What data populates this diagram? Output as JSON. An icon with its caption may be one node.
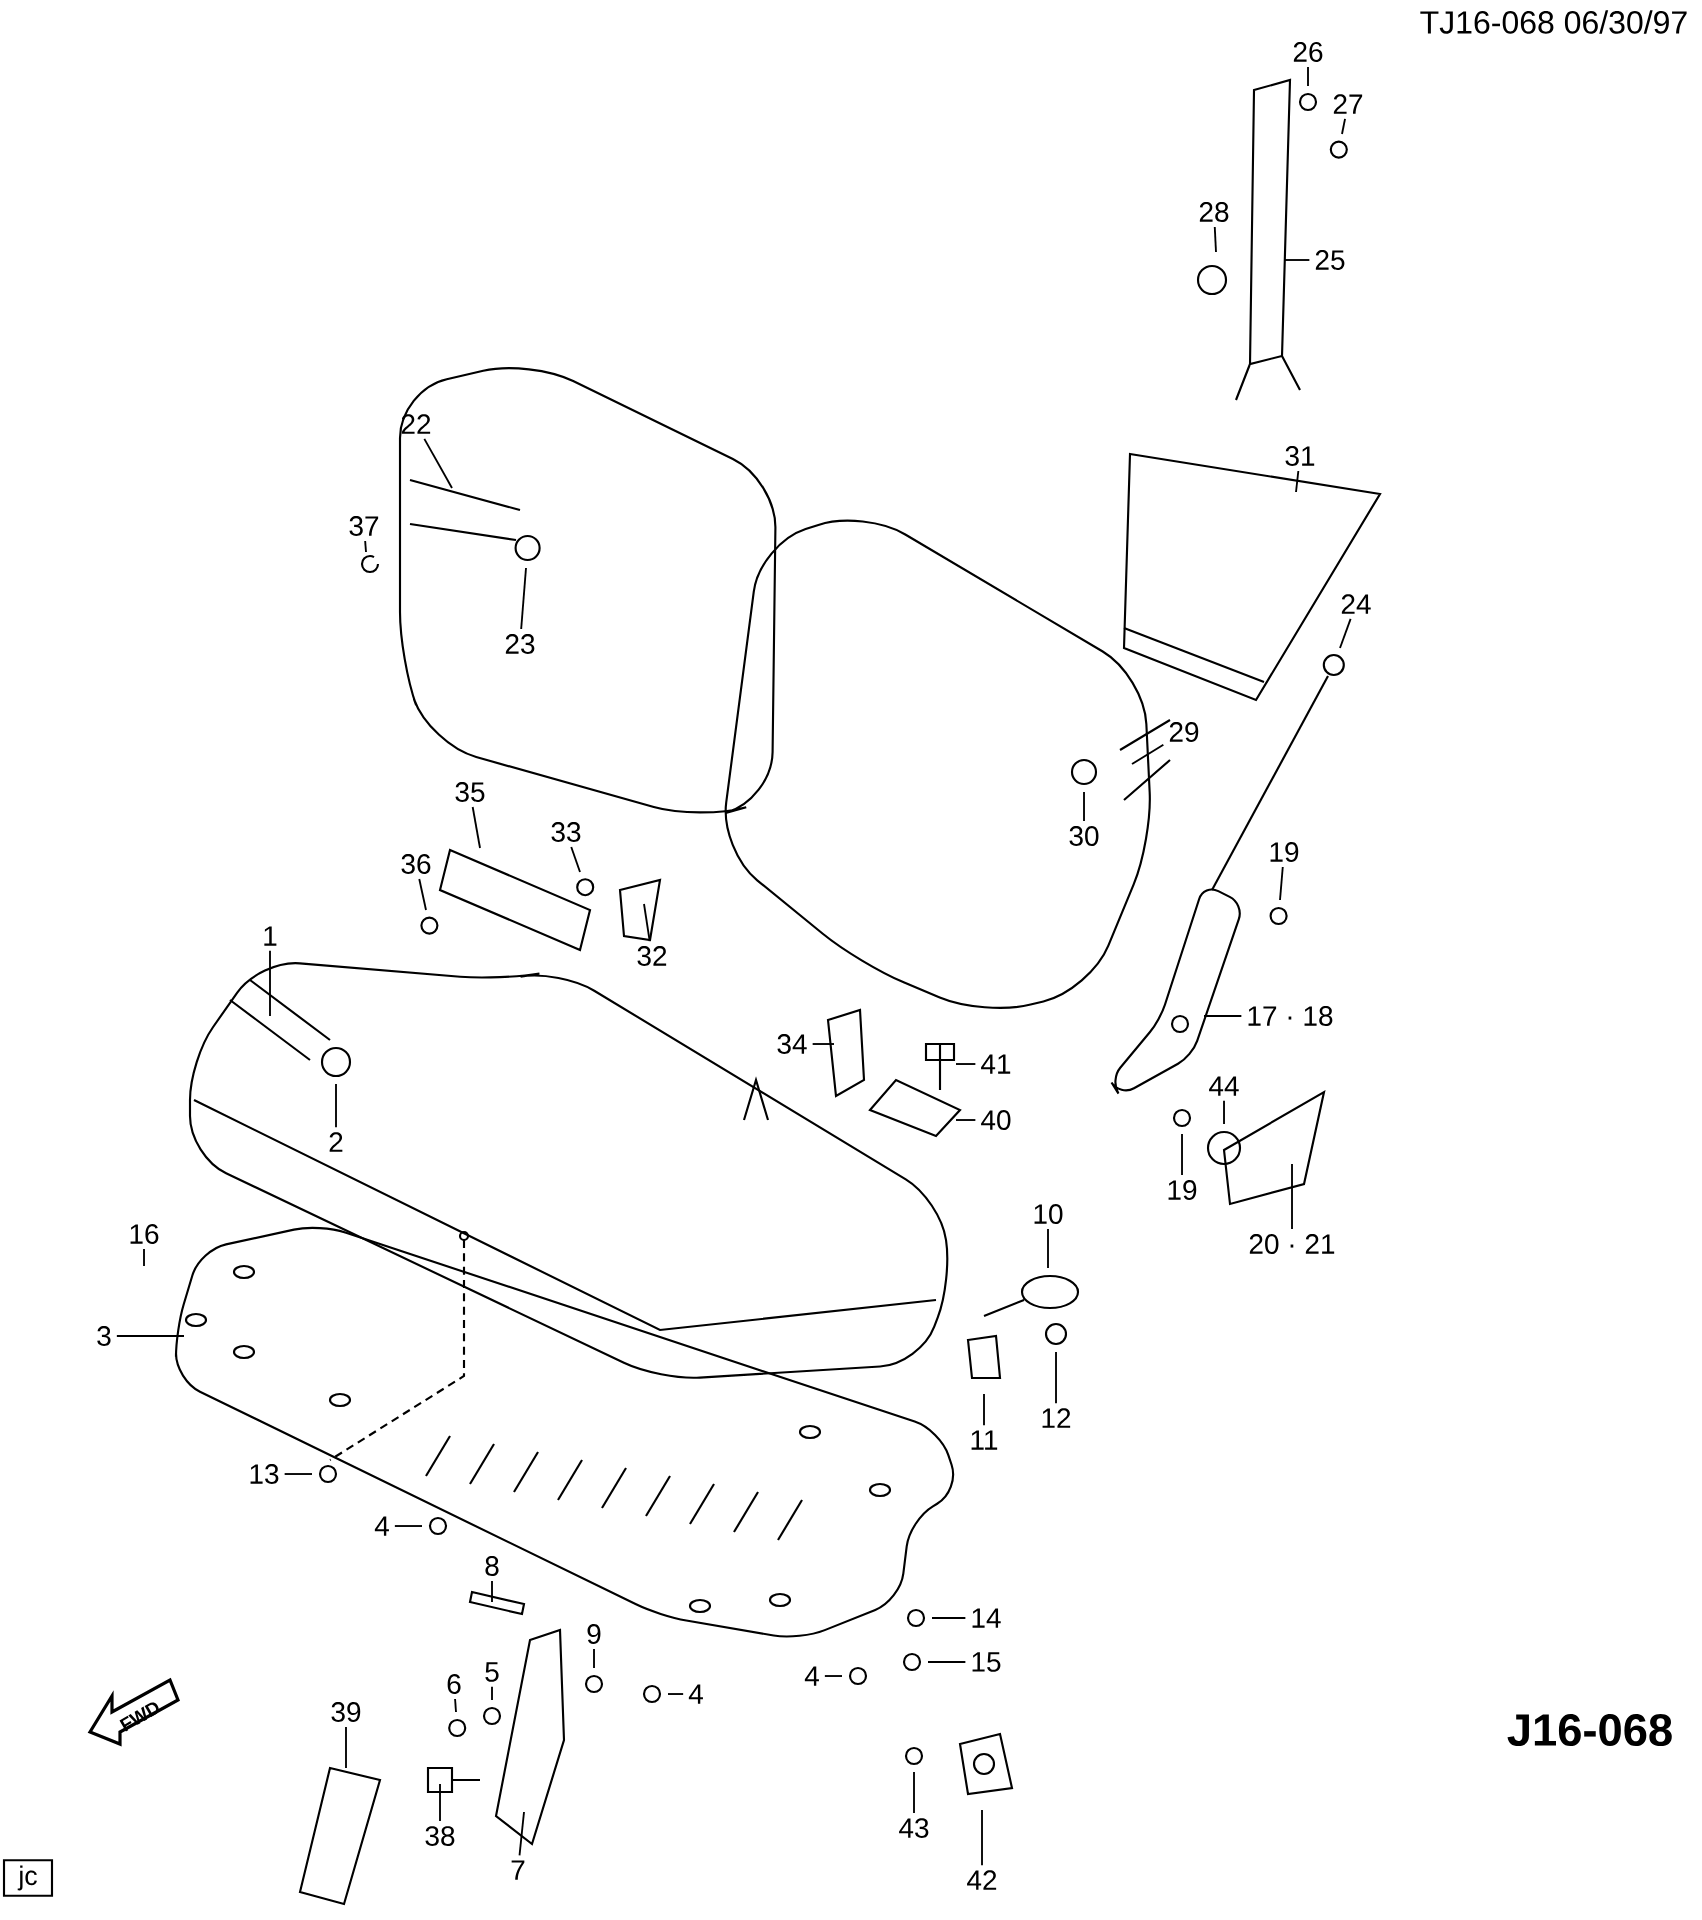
{
  "diagram": {
    "nodes": [
      {
        "text": [
          "26"
        ]
      },
      {
        "text": [
          "27"
        ]
      },
      {
        "text": [
          "28"
        ]
      },
      {
        "text": [
          "25"
        ]
      },
      {
        "text": [
          "22"
        ]
      },
      {
        "text": [
          "31"
        ]
      },
      {
        "text": [
          "37"
        ]
      },
      {
        "text": [
          "23"
        ]
      },
      {
        "text": [
          "24"
        ]
      },
      {
        "text": [
          "29"
        ]
      },
      {
        "text": [
          "35"
        ]
      },
      {
        "text": [
          "33"
        ]
      },
      {
        "text": [
          "19"
        ]
      },
      {
        "text": [
          "36"
        ]
      },
      {
        "text": [
          "30"
        ]
      },
      {
        "text": [
          "1"
        ]
      },
      {
        "text": [
          "32"
        ]
      },
      {
        "text": [
          "17 · 18"
        ]
      },
      {
        "text": [
          "34"
        ]
      },
      {
        "text": [
          "41"
        ]
      },
      {
        "text": [
          "2"
        ]
      },
      {
        "text": [
          "40"
        ]
      },
      {
        "text": [
          "44"
        ]
      },
      {
        "text": [
          "19"
        ]
      },
      {
        "text": [
          "20 · 21"
        ]
      },
      {
        "text": [
          "16"
        ]
      },
      {
        "text": [
          "10"
        ]
      },
      {
        "text": [
          "3"
        ]
      },
      {
        "text": [
          "11"
        ]
      },
      {
        "text": [
          "12"
        ]
      },
      {
        "text": [
          "13"
        ]
      },
      {
        "text": [
          "4"
        ]
      },
      {
        "text": [
          "8"
        ]
      },
      {
        "text": [
          "14"
        ]
      },
      {
        "text": [
          "9"
        ]
      },
      {
        "text": [
          "4"
        ]
      },
      {
        "text": [
          "15"
        ]
      },
      {
        "text": [
          "5"
        ]
      },
      {
        "text": [
          "4"
        ]
      },
      {
        "text": [
          "6"
        ]
      },
      {
        "text": [
          "39"
        ]
      },
      {
        "text": [
          "38"
        ]
      },
      {
        "text": [
          "7"
        ]
      },
      {
        "text": [
          "43"
        ]
      },
      {
        "text": [
          "42"
        ]
      }
    ],
    "edges": [
      {
        "from": 0,
        "to": null,
        "arrow": "none"
      },
      {
        "from": 1,
        "to": null,
        "arrow": "none"
      },
      {
        "from": 2,
        "to": null,
        "arrow": "none"
      },
      {
        "from": 3,
        "to": null,
        "arrow": "none"
      },
      {
        "from": 4,
        "to": null,
        "arrow": "none"
      },
      {
        "from": 5,
        "to": null,
        "arrow": "none"
      },
      {
        "from": 6,
        "to": null,
        "arrow": "none"
      },
      {
        "from": 7,
        "to": null,
        "arrow": "none"
      },
      {
        "from": 8,
        "to": null,
        "arrow": "none"
      },
      {
        "from": 9,
        "to": null,
        "arrow": "none"
      },
      {
        "from": 10,
        "to": null,
        "arrow": "none"
      },
      {
        "from": 11,
        "to": null,
        "arrow": "none"
      },
      {
        "from": 12,
        "to": null,
        "arrow": "none"
      },
      {
        "from": 13,
        "to": null,
        "arrow": "none"
      },
      {
        "from": 14,
        "to": null,
        "arrow": "none"
      },
      {
        "from": 15,
        "to": null,
        "arrow": "none"
      },
      {
        "from": 16,
        "to": null,
        "arrow": "none"
      },
      {
        "from": 17,
        "to": null,
        "arrow": "none"
      },
      {
        "from": 18,
        "to": null,
        "arrow": "none"
      },
      {
        "from": 19,
        "to": null,
        "arrow": "none"
      },
      {
        "from": 20,
        "to": null,
        "arrow": "none"
      },
      {
        "from": 21,
        "to": null,
        "arrow": "none"
      },
      {
        "from": 22,
        "to": null,
        "arrow": "none"
      },
      {
        "from": 23,
        "to": null,
        "arrow": "none"
      },
      {
        "from": 24,
        "to": null,
        "arrow": "none"
      },
      {
        "from": 25,
        "to": null,
        "arrow": "none"
      },
      {
        "from": 26,
        "to": null,
        "arrow": "none"
      },
      {
        "from": 27,
        "to": null,
        "arrow": "none"
      },
      {
        "from": 28,
        "to": null,
        "arrow": "none"
      },
      {
        "from": 29,
        "to": null,
        "arrow": "none"
      },
      {
        "from": 30,
        "to": null,
        "arrow": "none"
      },
      {
        "from": 31,
        "to": null,
        "arrow": "none"
      },
      {
        "from": 32,
        "to": null,
        "arrow": "none"
      },
      {
        "from": 33,
        "to": null,
        "arrow": "none"
      },
      {
        "from": 34,
        "to": null,
        "arrow": "none"
      },
      {
        "from": 35,
        "to": null,
        "arrow": "none"
      },
      {
        "from": 36,
        "to": null,
        "arrow": "none"
      },
      {
        "from": 37,
        "to": null,
        "arrow": "none"
      },
      {
        "from": 38,
        "to": null,
        "arrow": "none"
      },
      {
        "from": 39,
        "to": null,
        "arrow": "none"
      },
      {
        "from": 40,
        "to": null,
        "arrow": "none"
      },
      {
        "from": 41,
        "to": null,
        "arrow": "none"
      },
      {
        "from": 42,
        "to": null,
        "arrow": "none"
      },
      {
        "from": 43,
        "to": null,
        "arrow": "none"
      },
      {
        "from": 44,
        "to": null,
        "arrow": "none"
      }
    ],
    "labels": [
      "TJ16-068 06/30/97",
      "J16-068",
      "FWD",
      "jc"
    ]
  }
}
